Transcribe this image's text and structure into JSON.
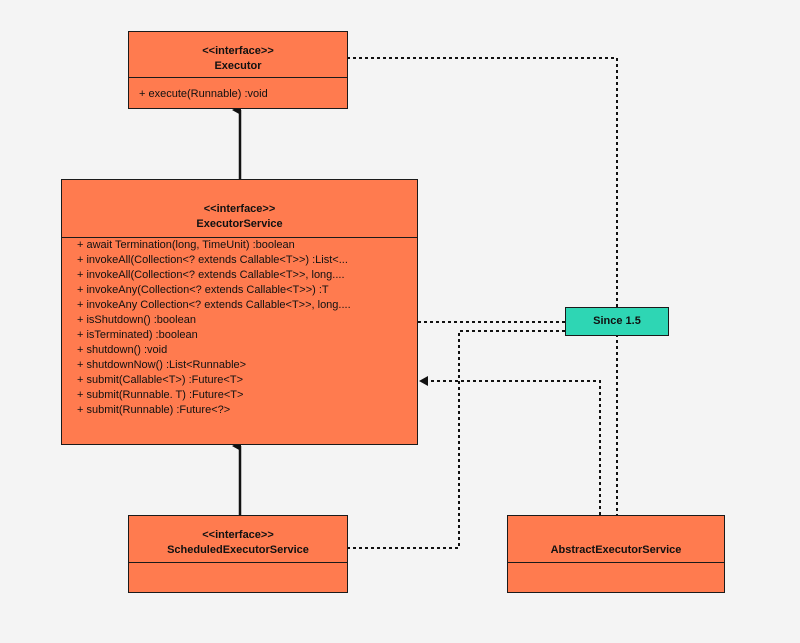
{
  "executor": {
    "stereotype": "<<interface>>",
    "name": "Executor",
    "members": [
      "+ execute(Runnable) :void"
    ]
  },
  "executor_service": {
    "stereotype": "<<interface>>",
    "name": "ExecutorService",
    "members": [
      "+ await Termination(long, TimeUnit) :boolean",
      "+ invokeAll(Collection<? extends Callable<T>>) :List<...",
      "+ invokeAll(Collection<? extends Callable<T>>, long....",
      "+ invokeAny(Collection<? extends Callable<T>>) :T",
      "+ invokeAny Collection<? extends Callable<T>>, long....",
      "+ isShutdown() :boolean",
      "+ isTerminated) :boolean",
      "+ shutdown() :void",
      "+ shutdownNow() :List<Runnable>",
      "+ submit(Callable<T>) :Future<T>",
      "+ submit(Runnable. T) :Future<T>",
      "+ submit(Runnable) :Future<?>"
    ]
  },
  "scheduled_executor_service": {
    "stereotype": "<<interface>>",
    "name": "ScheduledExecutorService"
  },
  "abstract_executor_service": {
    "name": "AbstractExecutorService"
  },
  "note": {
    "label": "Since 1.5"
  },
  "colors": {
    "class_fill": "#ff7b4f",
    "note_fill": "#2ed6b4",
    "line": "#111111",
    "background": "#f4f4f4"
  }
}
